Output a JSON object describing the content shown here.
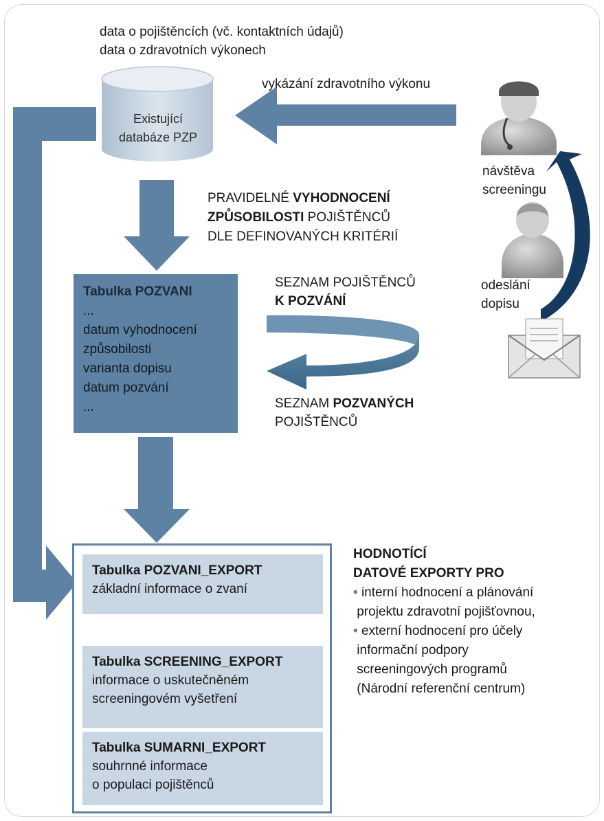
{
  "db_info": {
    "line1": "data o pojištěncích (vč. kontaktních údajů)",
    "line2": "data o zdravotních výkonech"
  },
  "database": {
    "line1": "Existující",
    "line2": "databáze PZP"
  },
  "report_label": "vykázání zdravotního výkonu",
  "visit_label": {
    "line1": "návštěva",
    "line2": "screeningu"
  },
  "letter_label": {
    "line1": "odeslání",
    "line2": "dopisu"
  },
  "evaluation": {
    "l1_normal": "PRAVIDELNÉ ",
    "l1_bold": "VYHODNOCENÍ",
    "l2_bold": "ZPŮSOBILOSTI",
    "l2_normal": " POJIŠTĚNCŮ",
    "l3": "DLE DEFINOVANÝCH KRITÉRIÍ"
  },
  "list_to_invite": {
    "l1": "SEZNAM POJIŠTĚNCŮ",
    "l2_bold": "K POZVÁNÍ"
  },
  "list_invited": {
    "l1_normal": "SEZNAM ",
    "l1_bold": "POZVANÝCH",
    "l2": "POJIŠTĚNCŮ"
  },
  "pozvani_table": {
    "title": "Tabulka POZVANI",
    "lines": [
      "...",
      "datum vyhodnocení",
      "způsobilosti",
      "varianta dopisu",
      "datum pozvání",
      "..."
    ]
  },
  "exports": [
    {
      "title": "Tabulka POZVANI_EXPORT",
      "lines": [
        "základní informace o zvaní"
      ]
    },
    {
      "title": "Tabulka SCREENING_EXPORT",
      "lines": [
        "informace o uskutečněném",
        "screeningovém vyšetření"
      ]
    },
    {
      "title": "Tabulka SUMARNI_EXPORT",
      "lines": [
        "souhrnné informace",
        "o populaci pojištěnců"
      ]
    }
  ],
  "evaluation_exports": {
    "heading1": "HODNOTÍCÍ",
    "heading2": "DATOVÉ EXPORTY PRO",
    "bullet1": {
      "l1": "interní hodnocení a plánování",
      "l2": "projektu zdravotní pojišťovnou,"
    },
    "bullet2": {
      "l1": "externí hodnocení pro účely",
      "l2": "informační podpory",
      "l3": "screeningových programů",
      "l4": "(Národní referenční centrum)"
    }
  },
  "colors": {
    "accent": "#5d82a3",
    "accent_dark": "#3a6585",
    "navy": "#16395f",
    "panel": "#c9d6e3"
  },
  "icons": [
    "database-icon",
    "doctor-icon",
    "patient-icon",
    "envelope-icon"
  ]
}
